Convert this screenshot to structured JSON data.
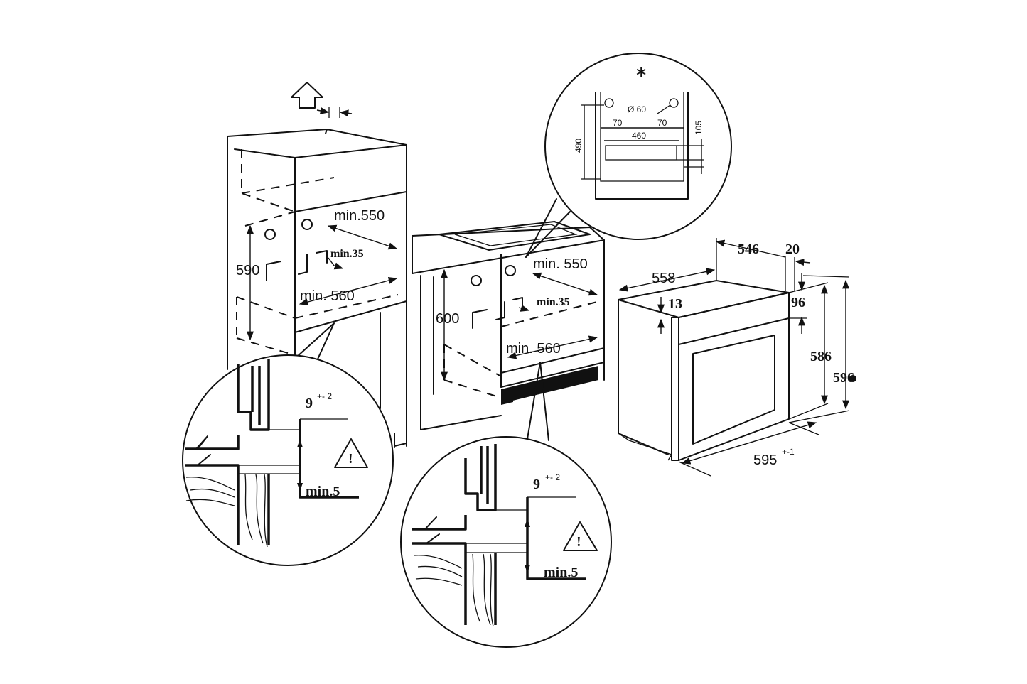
{
  "left_cabinet": {
    "vent_clearance": "min.35",
    "height": "590",
    "depth_top": "min.550",
    "rear_gap": "min.35",
    "width": "min. 560"
  },
  "center_cabinet": {
    "depth": "min. 550",
    "height": "600",
    "rear_gap": "min.35",
    "width": "min. 560"
  },
  "zoom_top": {
    "mark": "∗",
    "hole_diameter": "Ø 60",
    "left_offset": "70",
    "right_offset": "70",
    "spacing": "460",
    "height": "490",
    "opening": "105"
  },
  "zoom_left": {
    "tolerance_main": "9",
    "tolerance_sup": "+- 2",
    "min_gap": "min.5",
    "warning_symbol": "!"
  },
  "zoom_center": {
    "tolerance_main": "9",
    "tolerance_sup": "+- 2",
    "min_gap": "min.5",
    "warning_symbol": "!"
  },
  "oven": {
    "depth_body": "546",
    "front_thickness": "20",
    "depth_total": "558",
    "panel_offset": "13",
    "control_height": "96",
    "body_height": "586",
    "front_height": "596",
    "width": "595",
    "width_tolerance": "+-1"
  }
}
